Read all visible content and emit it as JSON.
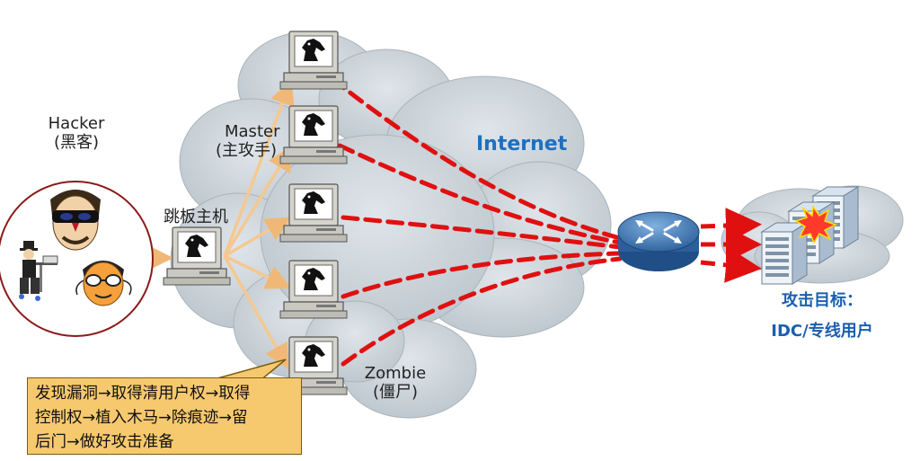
{
  "labels": {
    "hacker_en": "Hacker",
    "hacker_cn": "(黑客)",
    "master_en": "Master",
    "master_cn": "(主攻手)",
    "jump_host": "跳板主机",
    "internet": "Internet",
    "zombie_en": "Zombie",
    "zombie_cn": "(僵尸)",
    "target_line1": "攻击目标：",
    "target_line2": "IDC/专线用户"
  },
  "steps_note": {
    "line1": "发现漏洞→取得清用户权→取得",
    "line2": "控制权→植入木马→除痕迹→留",
    "line3": "后门→做好攻击准备"
  },
  "colors": {
    "attack_line": "#e01010",
    "control_arrow": "#f5c890",
    "internet_text": "#1f6fc0",
    "target_text": "#1a5fb0",
    "note_bg": "#f7c96e",
    "cloud": "#c8d0d6",
    "hacker_circle": "#8b1a1a"
  },
  "icons": [
    "computer-icon",
    "horse-icon",
    "router-icon",
    "server-icon",
    "explosion-icon",
    "hacker-face-icon"
  ]
}
